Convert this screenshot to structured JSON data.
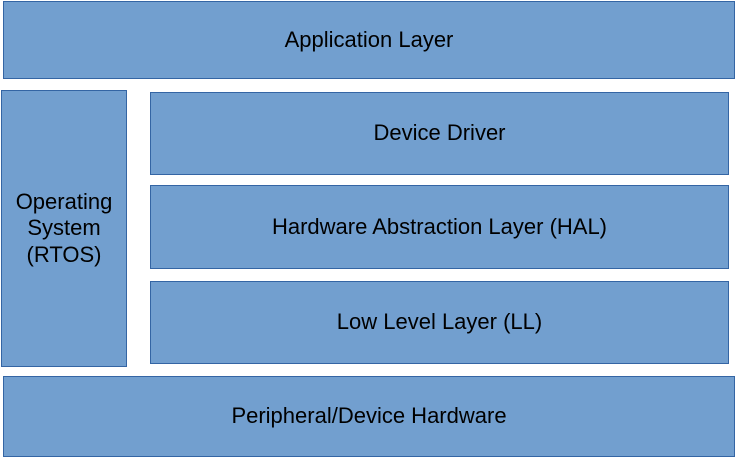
{
  "diagram": {
    "layers": {
      "application": "Application Layer",
      "operating_system": "Operating\nSystem\n(RTOS)",
      "device_driver": "Device Driver",
      "hal": "Hardware Abstraction Layer (HAL)",
      "low_level": "Low Level Layer (LL)",
      "hardware": "Peripheral/Device Hardware"
    },
    "colors": {
      "fill": "#729fcf",
      "border": "#3465a4",
      "text": "#000000"
    }
  }
}
